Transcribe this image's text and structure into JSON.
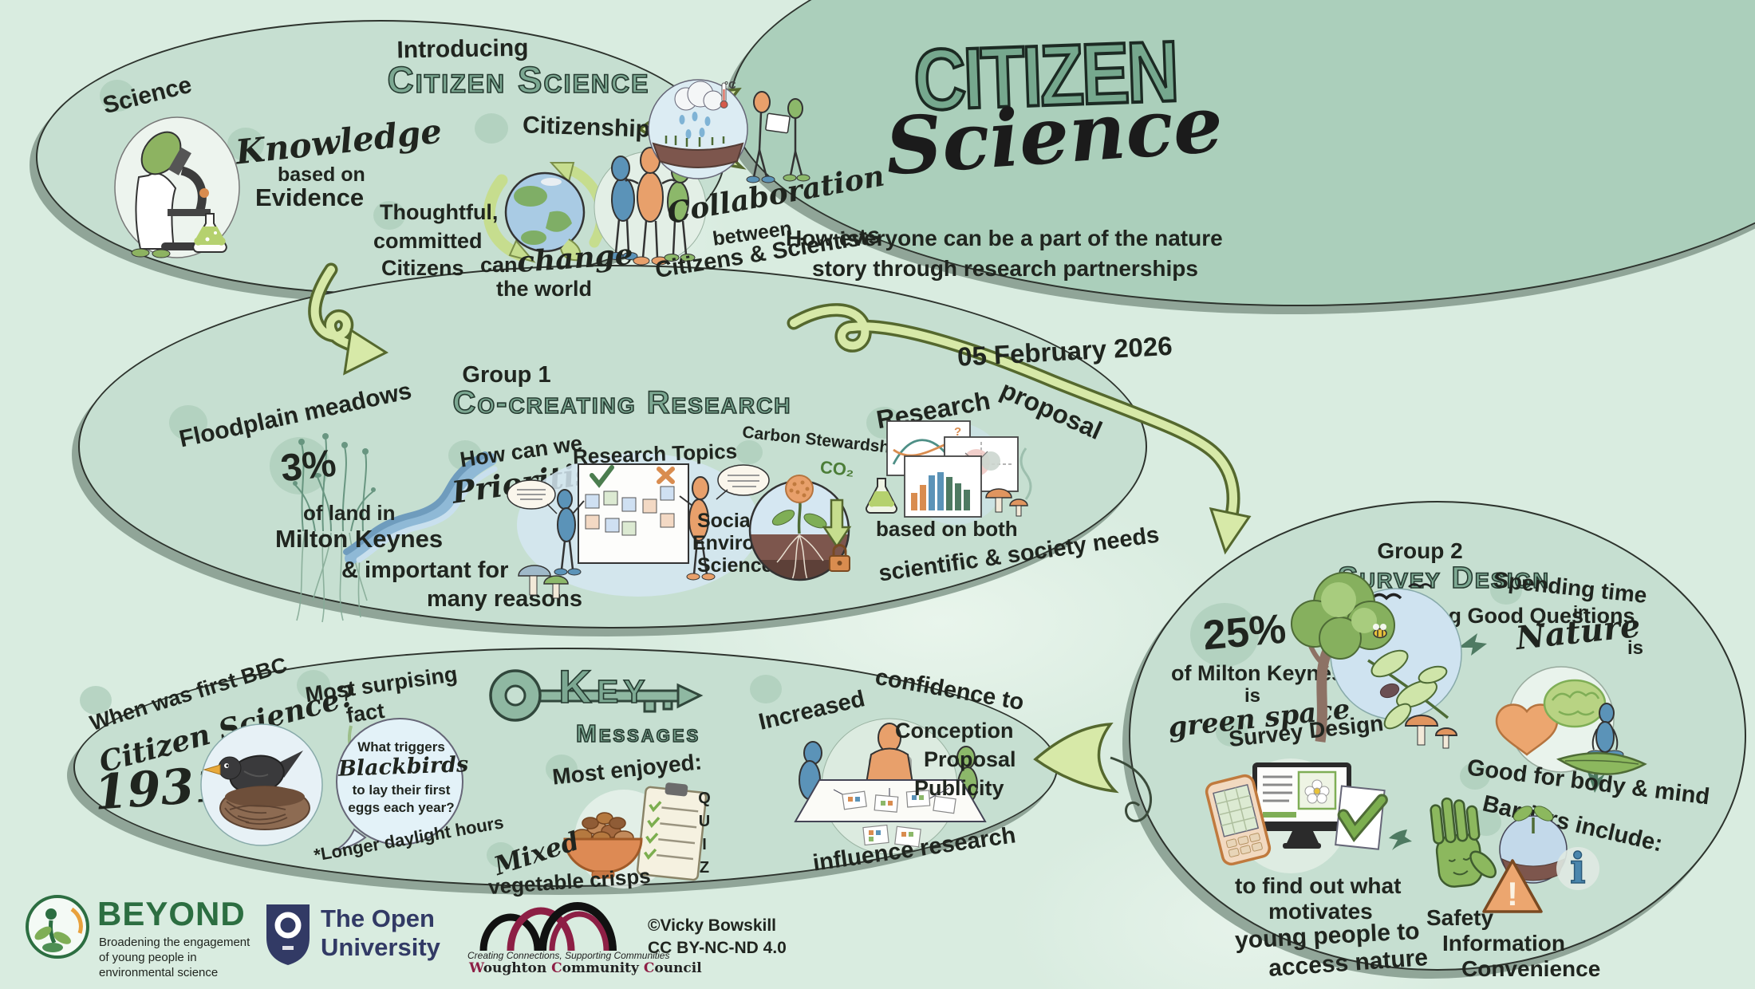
{
  "colors": {
    "background": "#d9ece0",
    "panel": "#c6dfd1",
    "panel_dark": "#abcfbb",
    "heading_green": "#7ca892",
    "heading_outline": "#263b31",
    "arrow_fill": "#d7e9a8",
    "arrow_stroke": "#55682e",
    "ink": "#20251f",
    "figure_blue": "#5b93b8",
    "figure_orange": "#e8a06b",
    "figure_green": "#8cb86a",
    "beyond_green": "#2c6e41",
    "ou_navy": "#323a65",
    "wcc_maroon": "#8d1f45",
    "river_blue": "#8fb9d6"
  },
  "title": {
    "word1": "Citizen",
    "word2": "Science",
    "tagline1": "How everyone can be a part of the nature",
    "tagline2": "story through research partnerships",
    "date": "05 February 2026"
  },
  "intro": {
    "kicker": "Introducing",
    "heading": "Citizen Science",
    "science": "Science",
    "knowledge": "Knowledge",
    "based_on": "based on",
    "evidence": "Evidence",
    "citizenship": "Citizenship",
    "thoughtful": "Thoughtful,",
    "committed": "committed",
    "citizens": "Citizens",
    "can": "can",
    "change": "change",
    "the_world": "the world",
    "collaboration": "Collaboration",
    "between": "between",
    "cit_sci": "Citizens & Scientists"
  },
  "group1": {
    "label": "Group 1",
    "heading": "Co-creating Research",
    "floodplain": "Floodplain meadows",
    "pct": "3%",
    "of_land": "of land in",
    "mk": "Milton Keynes",
    "important": "& important for",
    "reasons": "many reasons",
    "how": "How can we",
    "prioritise": "Prioritise",
    "board": "Research Topics",
    "social": "Social",
    "environment": "Environment",
    "science": "Science",
    "carbon": "Carbon Stewardship",
    "proposal_w1": "Research",
    "proposal_w2": "proposal",
    "based": "based on both",
    "needs": "scientific & society needs"
  },
  "group2": {
    "label": "Group 2",
    "heading": "Survey Design",
    "sub": "Asking Good Questions",
    "pct": "25%",
    "of_mk": "of Milton Keynes",
    "is1": "is",
    "green_space": "green space",
    "spending": "Spending time",
    "in": "in",
    "nature": "Nature",
    "is2": "is",
    "good": "Good for body & mind",
    "survey": "Survey Design",
    "find": "to find out what",
    "motivates": "motivates",
    "young": "young people to",
    "access": "access nature",
    "barriers": "Barriers include:",
    "safety": "Safety",
    "information": "Information",
    "convenience": "Convenience"
  },
  "key": {
    "q1": "When was first BBC",
    "q2": "Citizen Science?",
    "year": "1931",
    "fact1": "Most surpising",
    "fact2": "fact",
    "bubble1": "What triggers",
    "bubble2": "Blackbirds",
    "bubble3": "to lay their first",
    "bubble4": "eggs each year?",
    "footnote": "*Longer daylight hours",
    "key_word": "Key",
    "messages": "Messages",
    "enjoyed": "Most enjoyed:",
    "mixed": "Mixed",
    "crisps": "vegetable crisps",
    "quiz": "QUIZ",
    "conf1": "Increased",
    "conf2": "confidence to",
    "influence": "influence research",
    "s1": "Conception",
    "s2": "Proposal",
    "s3": "Publicity"
  },
  "footer": {
    "beyond": "BEYOND",
    "b1": "Broadening the engagement",
    "b2": "of young people in",
    "b3": "environmental science",
    "ou1": "The Open",
    "ou2": "University",
    "wcc_tag": "Creating Connections, Supporting Communities",
    "wcc_w": "W",
    "wcc_1": "oughton ",
    "wcc_c1": "C",
    "wcc_2": "ommunity ",
    "wcc_c2": "C",
    "wcc_3": "ouncil",
    "credit1": "©Vicky Bowskill",
    "credit2": "CC BY-NC-ND 4.0"
  },
  "decor": {
    "co2": "CO₂",
    "quiz": "QUIZ",
    "temp": "°C",
    "warn": "!",
    "info": "i",
    "q": "?"
  }
}
